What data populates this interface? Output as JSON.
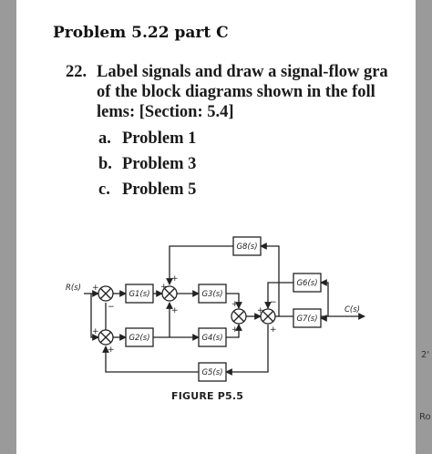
{
  "header": {
    "title": "Problem 5.22 part C"
  },
  "problem": {
    "number": "22.",
    "lines": [
      "Label signals and draw a signal-flow gra",
      "of the block diagrams shown in the foll",
      "lems: [Section: 5.4]"
    ],
    "items": [
      {
        "letter": "a.",
        "text": "Problem 1"
      },
      {
        "letter": "b.",
        "text": "Problem 3"
      },
      {
        "letter": "c.",
        "text": "Problem 5"
      }
    ]
  },
  "diagram": {
    "input_label": "R(s)",
    "output_label": "C(s)",
    "blocks": {
      "g1": "G1(s)",
      "g2": "G2(s)",
      "g3": "G3(s)",
      "g4": "G4(s)",
      "g5": "G5(s)",
      "g6": "G6(s)",
      "g7": "G7(s)",
      "g8": "G8(s)"
    },
    "caption": "FIGURE P5.5"
  },
  "right_edge": {
    "top": "2'",
    "bottom": "Ro"
  }
}
